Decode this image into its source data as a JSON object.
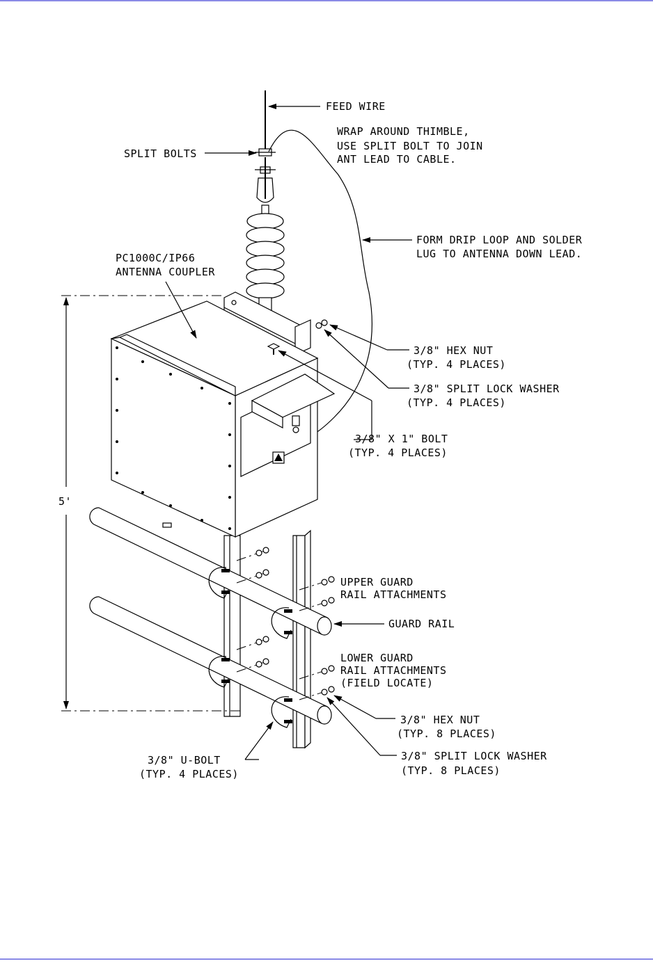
{
  "header_rule_color": "#8a8ae6",
  "labels": {
    "feed_wire": "FEED WIRE",
    "wrap_1": "WRAP AROUND THIMBLE,",
    "wrap_2": "USE SPLIT BOLT TO JOIN",
    "wrap_3": "ANT LEAD TO CABLE.",
    "split_bolts": "SPLIT BOLTS",
    "drip_1": "FORM DRIP LOOP AND SOLDER",
    "drip_2": "LUG TO ANTENNA DOWN LEAD.",
    "coupler_1": "PC1000C/IP66",
    "coupler_2": "ANTENNA COUPLER",
    "hex_nut_top_1": "3/8\" HEX NUT",
    "hex_nut_top_2": "(TYP. 4 PLACES)",
    "lock_washer_top_1": "3/8\" SPLIT LOCK WASHER",
    "lock_washer_top_2": "(TYP. 4 PLACES)",
    "bolt_1": "3/8\" X 1\" BOLT",
    "bolt_2": "(TYP. 4 PLACES)",
    "height": "5'",
    "upper_rail_1": "UPPER GUARD",
    "upper_rail_2": "RAIL ATTACHMENTS",
    "guard_rail": "GUARD RAIL",
    "lower_rail_1": "LOWER GUARD",
    "lower_rail_2": "RAIL ATTACHMENTS",
    "lower_rail_3": "(FIELD LOCATE)",
    "hex_nut_bot_1": "3/8\" HEX NUT",
    "hex_nut_bot_2": "(TYP. 8 PLACES)",
    "lock_washer_bot_1": "3/8\" SPLIT LOCK WASHER",
    "lock_washer_bot_2": "(TYP. 8 PLACES)",
    "ubolt_1": "3/8\" U-BOLT",
    "ubolt_2": "(TYP. 4 PLACES)"
  }
}
